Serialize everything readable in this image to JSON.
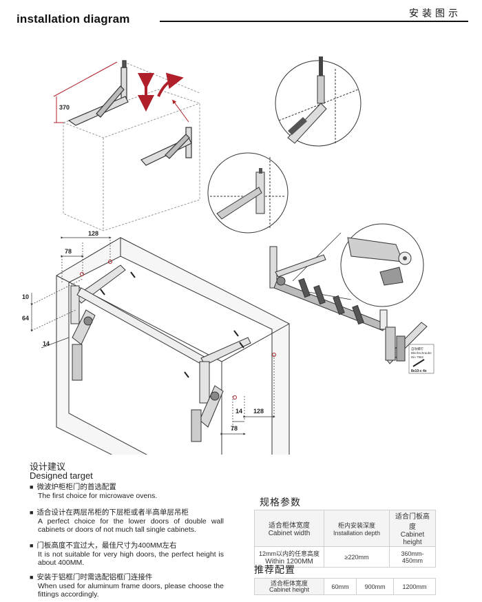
{
  "header": {
    "title_en": "installation diagram",
    "title_cn": "安装图示"
  },
  "dimensions": {
    "d370": "370",
    "d128a": "128",
    "d78a": "78",
    "d10": "10",
    "d64": "64",
    "d14a": "14",
    "d14b": "14",
    "d128b": "128",
    "d78b": "78"
  },
  "screw_note": {
    "line1": "自攻螺钉",
    "line2": "Blechschraube",
    "line3": "Din 7982",
    "spec": "8x10-c 4x"
  },
  "design": {
    "title_cn": "设计建议",
    "title_en": "Designed target",
    "bullets": [
      {
        "cn": "微波炉柜柜门的首选配置",
        "en": "The first choice for microwave ovens."
      },
      {
        "cn": "适合设计在两层吊柜的下层柜或者半高单层吊柜",
        "en": "A perfect choice for the lower doors of double wall cabinets or doors of not much tall single cabinets."
      },
      {
        "cn": "门板高度不宜过大，最佳尺寸为400MM左右",
        "en": "It is not suitable for very high doors, the perfect height is about 400MM."
      },
      {
        "cn": "安装于铝框门时需选配铝框门连接件",
        "en": "When used for aluminum frame doors, please choose the fittings accordingly."
      }
    ]
  },
  "spec": {
    "title": "规格参数",
    "col1_cn": "适合柜体宽度",
    "col1_en": "Cabinet width",
    "col2_cn": "柜内安装深度",
    "col2_en": "Installation depth",
    "col3_cn": "适合门板高度",
    "col3_en": "Cabinet height",
    "row_cn": "12mm以内的任意高度",
    "row_en": "Within 1200MM",
    "depth": "≥220mm",
    "height": "360mm-450mm"
  },
  "recommend": {
    "title": "推荐配置",
    "label_cn": "适合柜体宽度",
    "label_en": "Cabinet height",
    "values": [
      "60mm",
      "900mm",
      "1200mm"
    ]
  },
  "colors": {
    "accent_red": "#b0202a",
    "line_gray": "#888888"
  }
}
